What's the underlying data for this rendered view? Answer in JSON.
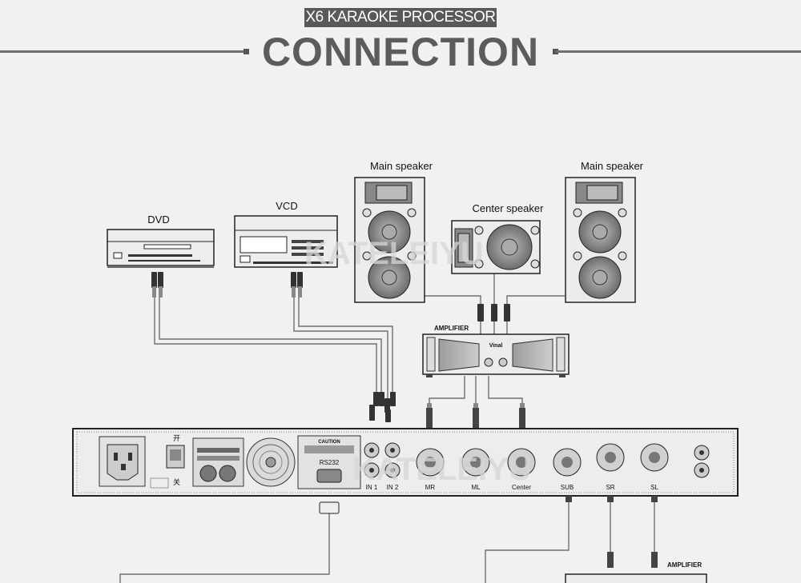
{
  "header": {
    "badge": "X6 KARAOKE PROCESSOR",
    "title": "CONNECTION"
  },
  "watermark": "KATELEIYU",
  "devices": {
    "dvd": "DVD",
    "vcd": "VCD",
    "main_speaker_left": "Main speaker",
    "main_speaker_right": "Main speaker",
    "center_speaker": "Center speaker",
    "amplifier_top": "AMPLIFIER",
    "amplifier_bottom": "AMPLIFIER",
    "amp_brand": "Vinal"
  },
  "panel": {
    "ports": {
      "in1": "IN 1",
      "in2": "IN 2",
      "mr": "MR",
      "ml": "ML",
      "center": "Center",
      "sub": "SUB",
      "sr": "SR",
      "sl": "SL",
      "rs232": "RS232"
    },
    "caution": "CAUTION",
    "power_on": "开",
    "power_off": "关"
  },
  "colors": {
    "line": "#6a6a6a",
    "device_fill": "#ececec",
    "cone_dark": "#8a8a8a",
    "header_badge": "#595959",
    "title": "#5c5c5c"
  }
}
